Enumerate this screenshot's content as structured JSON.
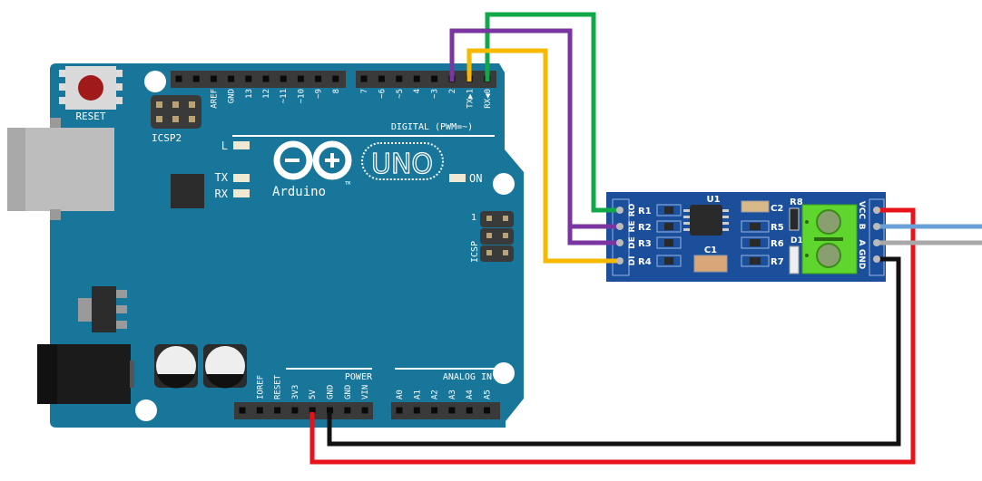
{
  "colors": {
    "board": "#17769a",
    "module": "#1b4f9c",
    "terminal": "#5fd62e",
    "wire_green": "#12a84a",
    "wire_purple": "#7a35a0",
    "wire_yellow": "#f7b800",
    "wire_red": "#e8131a",
    "wire_black": "#111111",
    "wire_blue": "#6aa0d8",
    "wire_gray": "#a8a8a8"
  },
  "arduino": {
    "reset_label": "RESET",
    "icsp2_label": "ICSP2",
    "icsp_label": "ICSP",
    "icsp_pin1": "1",
    "led_l": "L",
    "led_tx": "TX",
    "led_rx": "RX",
    "led_on": "ON",
    "logo_text": "Arduino",
    "tm": "TM",
    "model": "UNO",
    "digital_label": "DIGITAL (PWM=~)",
    "power_label": "POWER",
    "analog_label": "ANALOG IN",
    "digital_left_pins": [
      "",
      "",
      "AREF",
      "GND",
      "13",
      "12",
      "~11",
      "~10",
      "~9",
      "8"
    ],
    "digital_right_pins": [
      "7",
      "~6",
      "~5",
      "4",
      "~3",
      "2",
      "TX▶1",
      "RX◀0"
    ],
    "power_pins": [
      "",
      "IOREF",
      "RESET",
      "3V3",
      "5V",
      "GND",
      "GND",
      "VIN"
    ],
    "analog_pins": [
      "A0",
      "A1",
      "A2",
      "A3",
      "A4",
      "A5"
    ]
  },
  "module": {
    "left_pins": [
      "RO",
      "RE",
      "DE",
      "DI"
    ],
    "right_pins": [
      "VCC",
      "B",
      "A",
      "GND"
    ],
    "resistors_left": [
      "R1",
      "R2",
      "R3",
      "R4"
    ],
    "resistors_right": [
      "R5",
      "R6",
      "R7"
    ],
    "chip": "U1",
    "c1": "C1",
    "c2": "C2",
    "r8": "R8",
    "d1": "D1"
  }
}
